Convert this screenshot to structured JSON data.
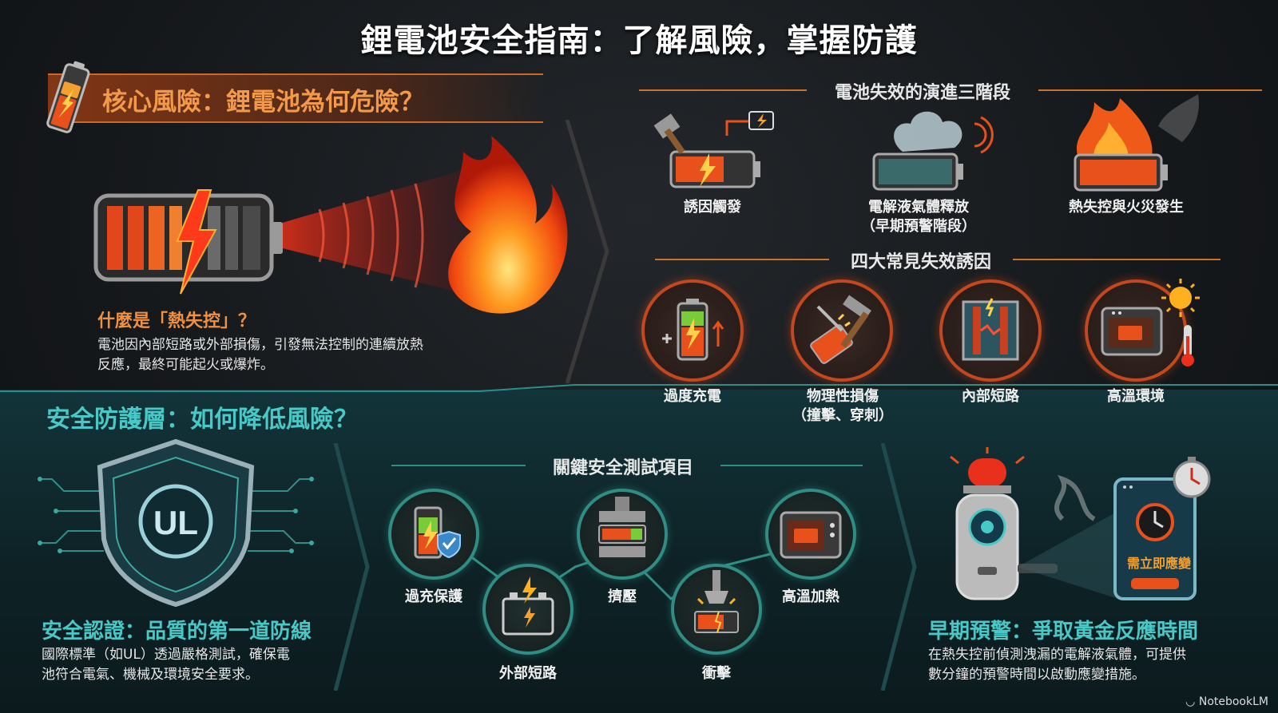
{
  "title": "鋰電池安全指南：了解風險，掌握防護",
  "core_risk": {
    "heading": "核心風險：鋰電池為何危險？",
    "question": "什麼是「熱失控」？",
    "description_line1": "電池因內部短路或外部損傷，引發無法控制的連續放熱",
    "description_line2": "反應，最終可能起火或爆炸。"
  },
  "failure_stages": {
    "heading": "電池失效的演進三階段",
    "stages": [
      {
        "label": "誘因觸發",
        "icon": "hammer-battery-icon"
      },
      {
        "label_line1": "電解液氣體釋放",
        "label_line2": "（早期預警階段）",
        "icon": "venting-battery-icon"
      },
      {
        "label": "熱失控與火災發生",
        "icon": "burning-battery-icon"
      }
    ]
  },
  "common_causes": {
    "heading": "四大常見失效誘因",
    "causes": [
      {
        "label": "過度充電",
        "icon": "overcharge-icon"
      },
      {
        "label_line1": "物理性損傷",
        "label_line2": "（撞擊、穿刺）",
        "icon": "physical-damage-icon"
      },
      {
        "label": "內部短路",
        "icon": "internal-short-icon"
      },
      {
        "label": "高溫環境",
        "icon": "high-temp-icon"
      }
    ]
  },
  "protection": {
    "heading": "安全防護層：如何降低風險？",
    "cert_heading": "安全認證：品質的第一道防線",
    "cert_line1": "國際標準（如UL）透過嚴格測試，確保電",
    "cert_line2": "池符合電氣、機械及環境安全要求。",
    "shield_text": "UL"
  },
  "tests": {
    "heading": "關鍵安全測試項目",
    "items": [
      {
        "label": "過充保護",
        "icon": "overcharge-protection-icon"
      },
      {
        "label": "外部短路",
        "icon": "external-short-icon"
      },
      {
        "label": "擠壓",
        "icon": "crush-icon"
      },
      {
        "label": "衝擊",
        "icon": "impact-icon"
      },
      {
        "label": "高溫加熱",
        "icon": "heating-icon"
      }
    ]
  },
  "early_warning": {
    "heading": "早期預警：爭取黃金反應時間",
    "line1": "在熱失控前偵測洩漏的電解液氣體，可提供",
    "line2": "數分鐘的預警時間以啟動應變措施。",
    "screen_text": "需立即應變"
  },
  "brand": "NotebookLM",
  "colors": {
    "accent_orange": "#f09040",
    "accent_teal": "#48c8c6",
    "fire": "#ff5a1a"
  }
}
